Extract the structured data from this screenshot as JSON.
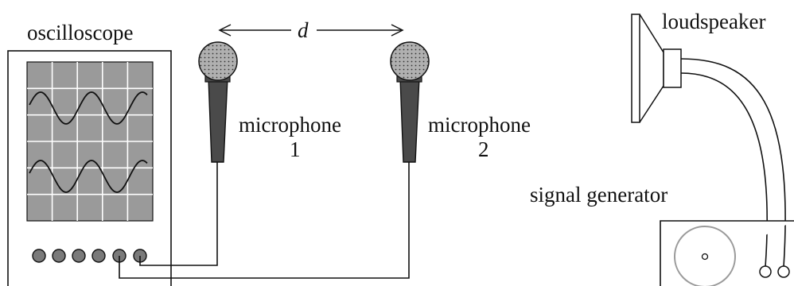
{
  "labels": {
    "oscilloscope": "oscilloscope",
    "distance": "d",
    "microphone_1_line1": "microphone",
    "microphone_1_line2": "1",
    "microphone_2_line1": "microphone",
    "microphone_2_line2": "2",
    "loudspeaker": "loudspeaker",
    "signal_generator": "signal generator"
  },
  "colors": {
    "line": "#111111",
    "screen": "#9a9a9a",
    "grid": "#ffffff",
    "mic_body": "#4a4a4a",
    "mic_head": "#b0b0b0",
    "knob": "#7a7a7a",
    "dial": "#9a9a9a"
  }
}
